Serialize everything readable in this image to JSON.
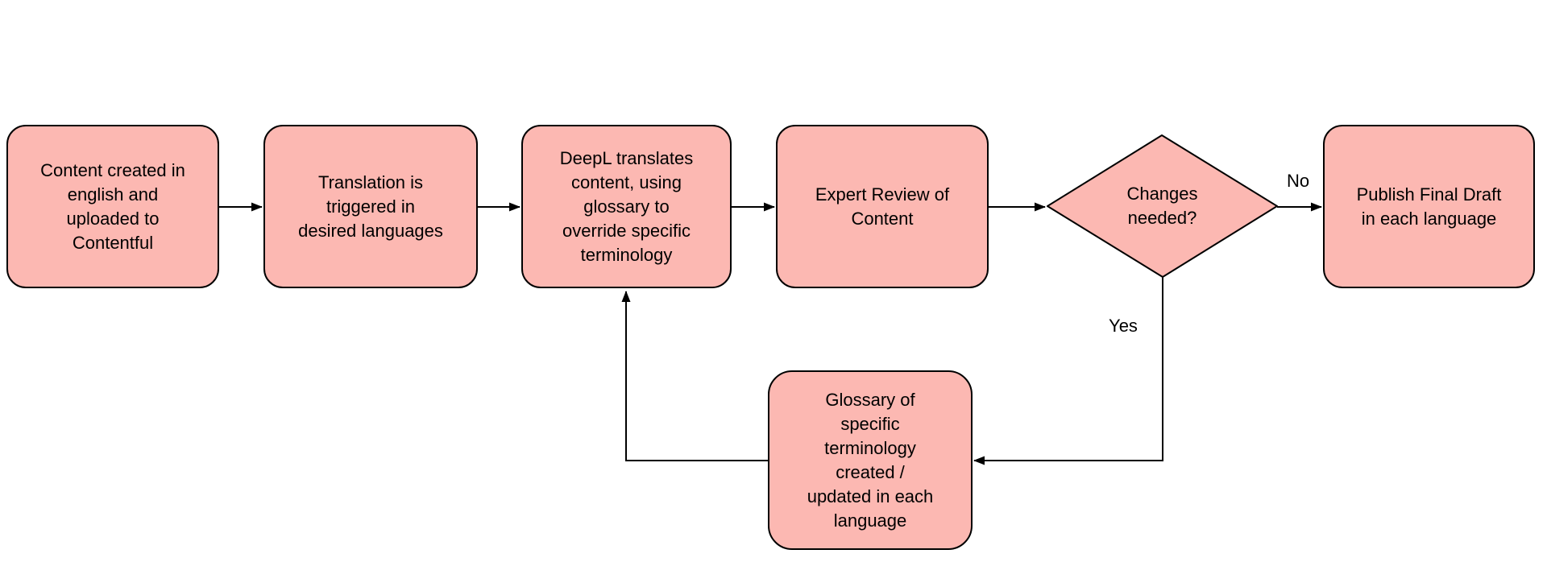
{
  "diagram": {
    "type": "flowchart",
    "colors": {
      "node_fill": "#fcb8b2",
      "node_border": "#000000",
      "connector": "#000000",
      "text": "#000000",
      "background": "#ffffff"
    },
    "nodes": [
      {
        "id": "content-created",
        "shape": "rounded-rect",
        "label": "Content created in\nenglish and\nuploaded to\nContentful"
      },
      {
        "id": "translation-triggered",
        "shape": "rounded-rect",
        "label": "Translation is\ntriggered in\ndesired languages"
      },
      {
        "id": "deepl-translates",
        "shape": "rounded-rect",
        "label": "DeepL translates\ncontent, using\nglossary to\noverride specific\nterminology"
      },
      {
        "id": "expert-review",
        "shape": "rounded-rect",
        "label": "Expert Review of\nContent"
      },
      {
        "id": "changes-needed",
        "shape": "diamond",
        "label": "Changes\nneeded?"
      },
      {
        "id": "publish-final-draft",
        "shape": "rounded-rect",
        "label": "Publish Final Draft\nin each language"
      },
      {
        "id": "glossary",
        "shape": "rounded-rect",
        "label": "Glossary of\nspecific\nterminology\ncreated /\nupdated in each\nlanguage"
      }
    ],
    "edges": [
      {
        "from": "content-created",
        "to": "translation-triggered",
        "label": ""
      },
      {
        "from": "translation-triggered",
        "to": "deepl-translates",
        "label": ""
      },
      {
        "from": "deepl-translates",
        "to": "expert-review",
        "label": ""
      },
      {
        "from": "expert-review",
        "to": "changes-needed",
        "label": ""
      },
      {
        "from": "changes-needed",
        "to": "publish-final-draft",
        "label": "No"
      },
      {
        "from": "changes-needed",
        "to": "glossary",
        "label": "Yes"
      },
      {
        "from": "glossary",
        "to": "deepl-translates",
        "label": ""
      }
    ]
  }
}
